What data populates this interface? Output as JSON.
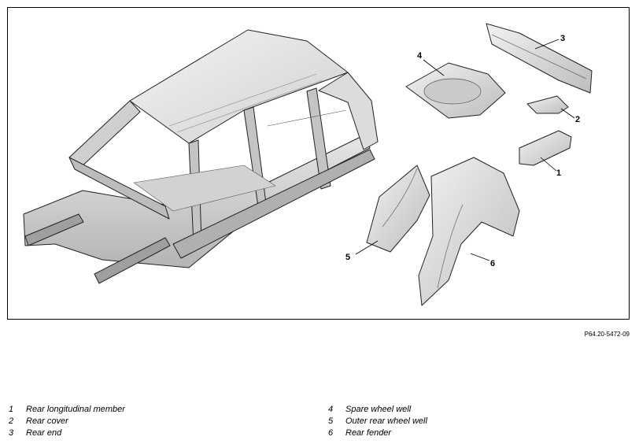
{
  "figure_code": "P64.20-5472-09",
  "callouts": [
    "1",
    "2",
    "3",
    "4",
    "5",
    "6"
  ],
  "legend": [
    {
      "num": "1",
      "label": "Rear longitudinal member"
    },
    {
      "num": "2",
      "label": "Rear cover"
    },
    {
      "num": "3",
      "label": "Rear end"
    },
    {
      "num": "4",
      "label": "Spare wheel well"
    },
    {
      "num": "5",
      "label": "Outer rear wheel well"
    },
    {
      "num": "6",
      "label": "Rear fender"
    }
  ],
  "colors": {
    "line": "#000000",
    "panel_light": "#efefef",
    "panel_mid": "#d6d6d6",
    "panel_dark": "#a9a9a9"
  }
}
